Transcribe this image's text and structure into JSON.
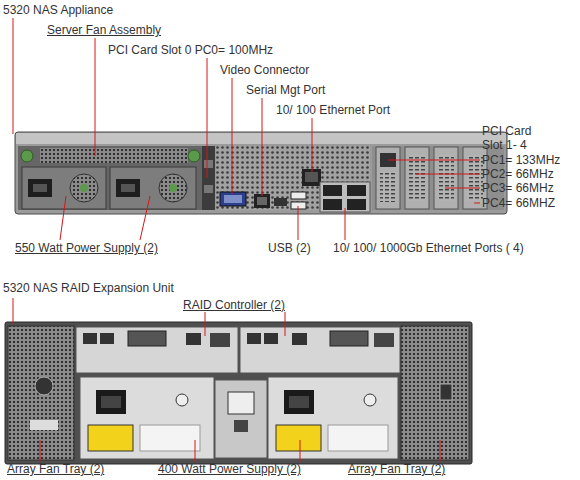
{
  "diagram": {
    "nodes": [
      {
        "text": [
          "5320 NAS Appliance"
        ]
      },
      {
        "text": [
          "5320 NAS RAID Expansion Unit"
        ]
      }
    ],
    "labels": [
      "Server Fan Assembly",
      "PCI Card Slot 0 PC0= 100MHz",
      "Video Connector",
      "Serial Mgt Port",
      "10/ 100 Ethernet Port",
      "PCI Card Slot 1- 4",
      "PC1= 133MHz",
      "PC2= 66MHz",
      "PC3= 66MHz",
      "PC4= 66MHZ",
      "550 Watt Power Supply (2)",
      "USB (2)",
      "10/ 100/ 1000Gb Ethernet Ports ( 4)",
      "RAID Controller (2)",
      "Array Fan Tray (2)",
      "400 Watt Power Supply (2)",
      "Array Fan Tray (2)"
    ]
  }
}
